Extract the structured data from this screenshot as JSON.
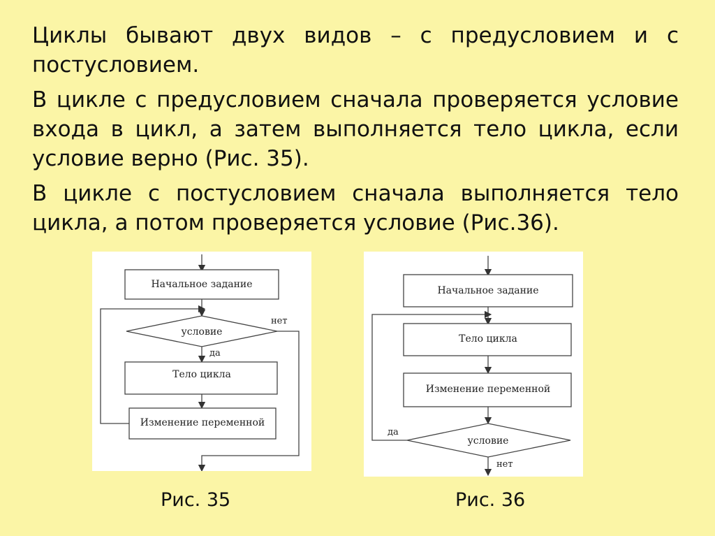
{
  "paragraphs": [
    "Циклы бывают двух видов – с предусловием и с постусловием.",
    "В цикле с предусловием сначала проверяется условие входа в цикл, а затем выполняется тело цикла, если условие верно (Рис. 35).",
    "В цикле с постусловием сначала выполняется тело цикла, а потом проверяется условие (Рис.36)."
  ],
  "fig35": {
    "caption": "Рис. 35",
    "init_label": "Начальное задание",
    "condition_label": "условие",
    "yes_label": "да",
    "no_label": "нет",
    "body_label": "Тело цикла",
    "change_label": "Изменение переменной"
  },
  "fig36": {
    "caption": "Рис. 36",
    "init_label": "Начальное задание",
    "body_label": "Тело цикла",
    "change_label": "Изменение переменной",
    "condition_label": "условие",
    "yes_label": "да",
    "no_label": "нет"
  }
}
